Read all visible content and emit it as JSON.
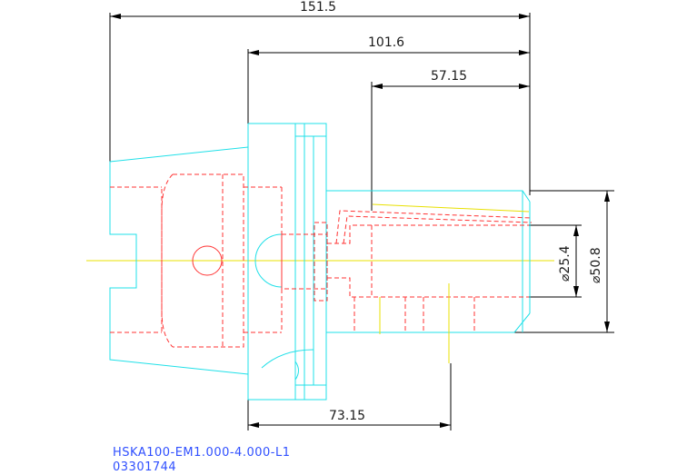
{
  "dimensions": {
    "overall_length": "151.5",
    "flange_to_end": "101.6",
    "clamp_length": "57.15",
    "flange_to_screw": "73.15",
    "bore_diameter": "⌀25.4",
    "body_diameter": "⌀50.8"
  },
  "part": {
    "name": "HSKA100-EM1.000-4.000-L1",
    "number": "03301744"
  },
  "colors": {
    "outline": "#1fe0e8",
    "hidden": "#ff3333",
    "centerline": "#e8e000",
    "dimension": "#000000",
    "label": "#3050ff"
  }
}
